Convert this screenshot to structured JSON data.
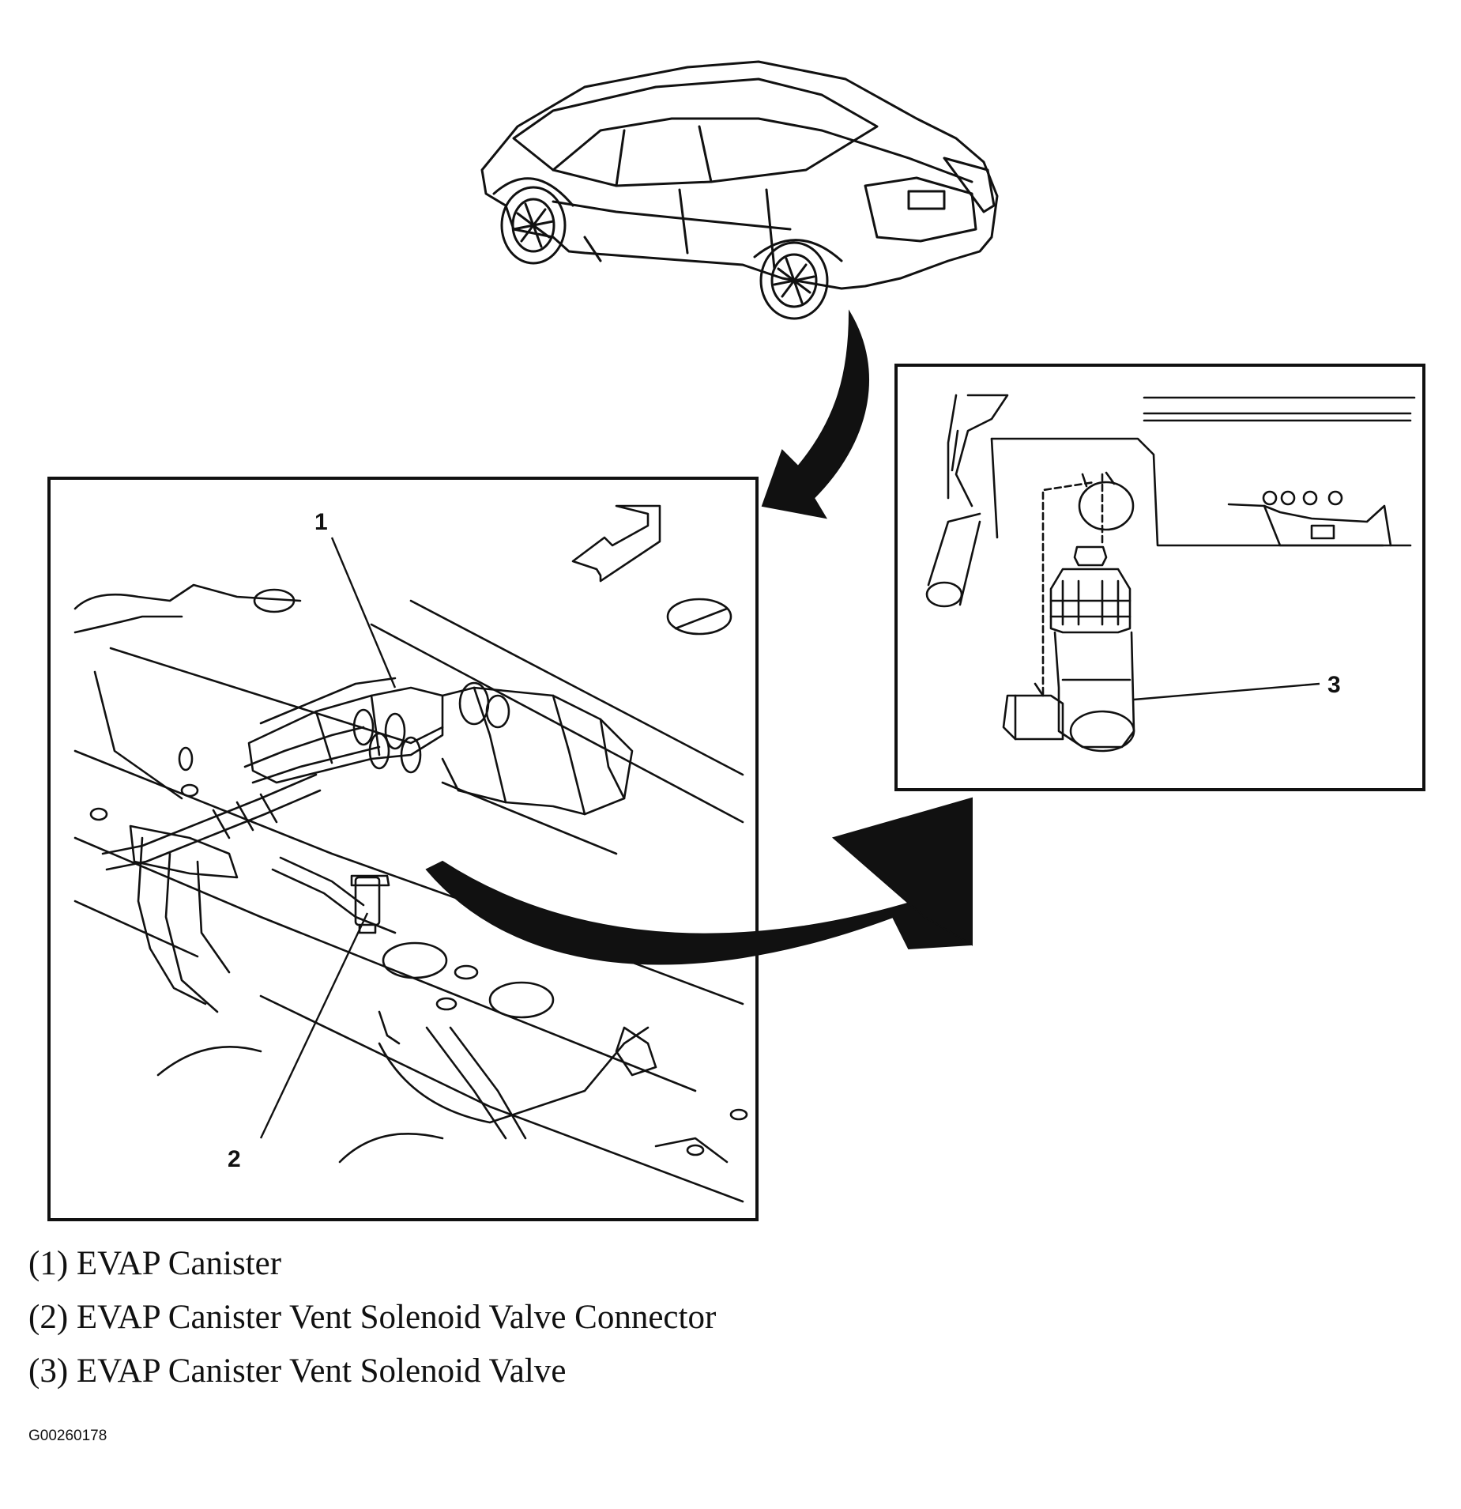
{
  "callouts": {
    "c1": "1",
    "c2": "2",
    "c3": "3"
  },
  "legend": [
    "(1) EVAP Canister",
    "(2) EVAP Canister Vent Solenoid Valve Connector",
    "(3) EVAP Canister Vent Solenoid Valve"
  ],
  "figure_id": "G00260178"
}
